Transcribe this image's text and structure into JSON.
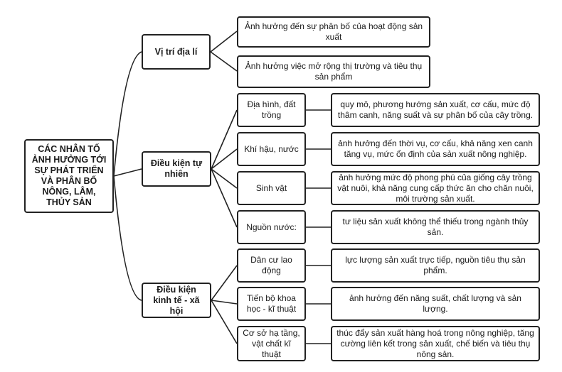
{
  "root": "CÁC NHÂN TỐ ẢNH HƯỞNG TỚI SỰ PHÁT TRIỂN VÀ PHÂN BỐ NÔNG, LÂM, THỦY SẢN",
  "groups": [
    {
      "title": "Vị trí địa lí",
      "details": [
        "Ảnh hưởng đến sự phân bố của hoạt động sản xuất",
        "Ảnh hưởng việc mở rộng thị trường và tiêu thụ sản phẩm"
      ]
    },
    {
      "title": "Điều kiện tự nhiên",
      "factors": [
        {
          "name": "Địa hình, đất trồng",
          "detail": "quy mô, phương hướng sản xuất, cơ cấu, mức độ thâm canh, năng suất và sự phân bố của cây trồng."
        },
        {
          "name": "Khí hậu, nước",
          "detail": "ảnh hưởng đến thời vụ, cơ cấu, khả năng xen canh tăng vụ, mức ổn định của sản xuất nông nghiệp."
        },
        {
          "name": "Sinh vật",
          "detail": "ảnh hưởng mức độ phong phú của giống cây trồng vật nuôi, khả năng cung cấp thức ăn cho chăn nuôi, môi trường sản xuất."
        },
        {
          "name": "Nguồn nước:",
          "detail": "tư liệu sản xuất không thể thiếu trong ngành thủy sản."
        }
      ]
    },
    {
      "title": "Điều kiện kinh tế - xã hội",
      "factors": [
        {
          "name": "Dân cư lao động",
          "detail": "lực lượng sản xuất trực tiếp, nguồn tiêu thụ sản phẩm."
        },
        {
          "name": "Tiến bộ khoa học - kĩ thuật",
          "detail": "ảnh hưởng đến năng suất, chất lượng và sản lượng."
        },
        {
          "name": "Cơ sở hạ tầng, vật chất kĩ thuật",
          "detail": "thúc đẩy sản xuất hàng hoá trong nông nghiệp, tăng cường liên kết trong sản xuất, chế biến và tiêu thụ nông sản."
        }
      ]
    }
  ]
}
